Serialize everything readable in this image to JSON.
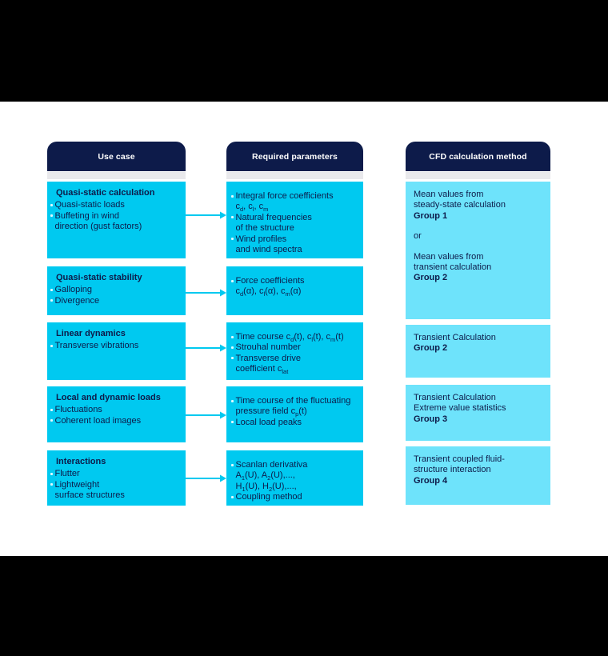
{
  "colors": {
    "navy": "#0d1b4a",
    "cyan": "#00c9f0",
    "light_cyan": "#6ee3fb",
    "gray_band": "#e9e9ec",
    "letterbox": "#000000",
    "header_text": "#ffffff",
    "body_text": "#0d1b4a"
  },
  "columns": [
    {
      "id": "use-case",
      "header": "Use case",
      "boxes": [
        {
          "title": "Quasi-static calculation",
          "lines": [
            {
              "bullet": true,
              "text": "Quasi-static loads"
            },
            {
              "bullet": true,
              "text": "Buffeting in wind"
            },
            {
              "bullet": false,
              "text": "direction (gust factors)"
            }
          ]
        },
        {
          "title": "Quasi-static stability",
          "lines": [
            {
              "bullet": true,
              "text": "Galloping"
            },
            {
              "bullet": true,
              "text": "Divergence"
            }
          ]
        },
        {
          "title": "Linear dynamics",
          "lines": [
            {
              "bullet": true,
              "text": "Transverse vibrations"
            }
          ]
        },
        {
          "title": "Local and dynamic loads",
          "lines": [
            {
              "bullet": true,
              "text": "Fluctuations"
            },
            {
              "bullet": true,
              "text": "Coherent load images"
            }
          ]
        },
        {
          "title": "Interactions",
          "lines": [
            {
              "bullet": true,
              "text": "Flutter"
            },
            {
              "bullet": true,
              "text": "Lightweight"
            },
            {
              "bullet": false,
              "text": "surface structures"
            }
          ]
        }
      ]
    },
    {
      "id": "parameters",
      "header": "Required parameters",
      "boxes": [
        {
          "lines": [
            {
              "bullet": true,
              "text": "Integral force coefficients"
            },
            {
              "bullet": false,
              "text": "c_{d}, c_{l}, c_{m}"
            },
            {
              "bullet": true,
              "text": "Natural frequencies"
            },
            {
              "bullet": false,
              "text": "of the structure"
            },
            {
              "bullet": true,
              "text": "Wind profiles"
            },
            {
              "bullet": false,
              "text": "and wind spectra"
            }
          ]
        },
        {
          "lines": [
            {
              "bullet": true,
              "text": "Force coefficients"
            },
            {
              "bullet": false,
              "text": "c_{d}(α), c_{l}(α), c_{m}(α)"
            }
          ]
        },
        {
          "lines": [
            {
              "bullet": true,
              "text": "Time course c_{d}(t), c_{l}(t), c_{m}(t)"
            },
            {
              "bullet": true,
              "text": "Strouhal number"
            },
            {
              "bullet": true,
              "text": "Transverse drive"
            },
            {
              "bullet": false,
              "text": "coefficient c_{lat}"
            }
          ]
        },
        {
          "lines": [
            {
              "bullet": true,
              "text": "Time course of the fluctuating"
            },
            {
              "bullet": false,
              "text": "pressure field c_{p}(t)"
            },
            {
              "bullet": true,
              "text": "Local load peaks"
            }
          ]
        },
        {
          "lines": [
            {
              "bullet": true,
              "text": "Scanlan derivativa"
            },
            {
              "bullet": false,
              "text": "A_{1}(U), A_{2}(U),...,"
            },
            {
              "bullet": false,
              "text": "H_{1}(U), H_{2}(U),...,"
            },
            {
              "bullet": true,
              "text": "Coupling method"
            }
          ]
        }
      ]
    },
    {
      "id": "method",
      "header": "CFD calculation method",
      "boxes": [
        {
          "lines": [
            {
              "text": "Mean values from"
            },
            {
              "text": "steady-state calculation"
            },
            {
              "text": "Group 1",
              "bold": true
            },
            {
              "text": ""
            },
            {
              "text": "or"
            },
            {
              "text": ""
            },
            {
              "text": "Mean values from"
            },
            {
              "text": "transient calculation"
            },
            {
              "text": "Group 2",
              "bold": true
            }
          ]
        },
        {
          "lines": [
            {
              "text": "Transient Calculation"
            },
            {
              "text": "Group 2",
              "bold": true
            }
          ]
        },
        {
          "lines": [
            {
              "text": "Transient Calculation"
            },
            {
              "text": "Extreme value statistics"
            },
            {
              "text": "Group 3",
              "bold": true
            }
          ]
        },
        {
          "lines": [
            {
              "text": "Transient coupled fluid-"
            },
            {
              "text": "structure interaction"
            },
            {
              "text": "Group 4",
              "bold": true
            }
          ]
        }
      ]
    }
  ]
}
